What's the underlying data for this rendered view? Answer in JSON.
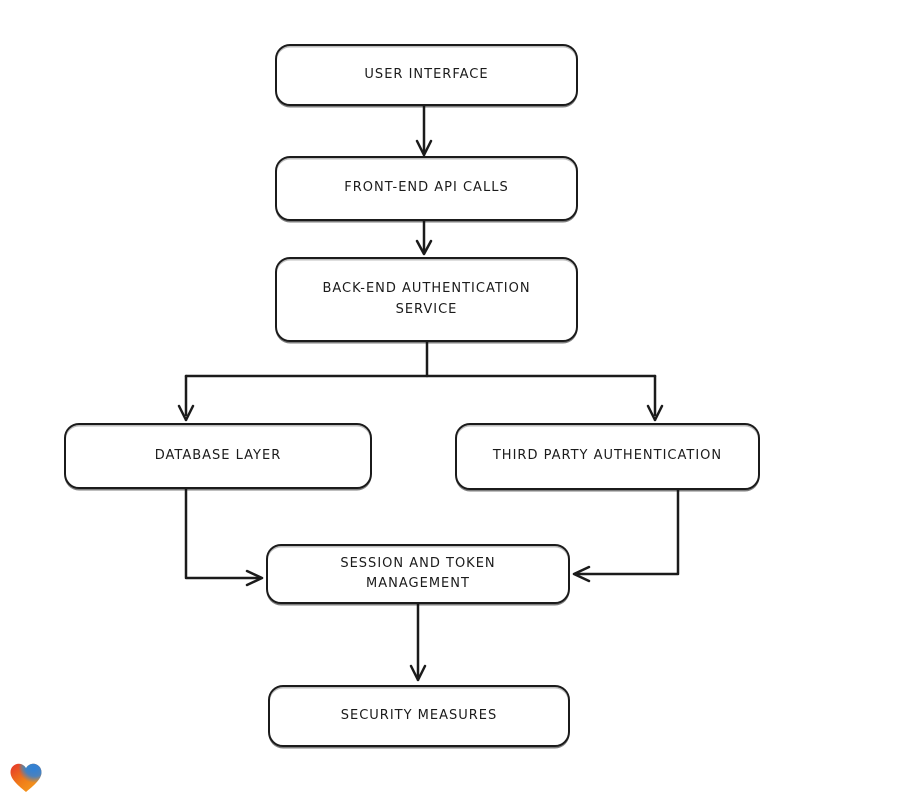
{
  "diagram": {
    "type": "flowchart",
    "style": "hand-drawn",
    "stroke_color": "#1b1b1b",
    "node_fill": "#ffffff",
    "background": "#ffffff",
    "nodes": [
      {
        "id": "user-interface",
        "label": "USER INTERFACE"
      },
      {
        "id": "front-end-api-calls",
        "label": "FRONT-END API CALLS"
      },
      {
        "id": "back-end-auth-service",
        "label": "BACK-END AUTHENTICATION SERVICE"
      },
      {
        "id": "database-layer",
        "label": "DATABASE LAYER"
      },
      {
        "id": "third-party-auth",
        "label": "THIRD PARTY AUTHENTICATION"
      },
      {
        "id": "session-token-mgmt",
        "label": "SESSION AND TOKEN MANAGEMENT"
      },
      {
        "id": "security-measures",
        "label": "SECURITY MEASURES"
      }
    ],
    "edges": [
      {
        "from": "user-interface",
        "to": "front-end-api-calls"
      },
      {
        "from": "front-end-api-calls",
        "to": "back-end-auth-service"
      },
      {
        "from": "back-end-auth-service",
        "to": "database-layer"
      },
      {
        "from": "back-end-auth-service",
        "to": "third-party-auth"
      },
      {
        "from": "database-layer",
        "to": "session-token-mgmt"
      },
      {
        "from": "third-party-auth",
        "to": "session-token-mgmt"
      },
      {
        "from": "session-token-mgmt",
        "to": "security-measures"
      }
    ]
  },
  "branding": {
    "logo_icon": "lovable-heart-icon",
    "heart_red": "#e5342c",
    "heart_orange": "#f59e1e",
    "heart_blue": "#2f81d8",
    "heart_teal": "#3fae8f"
  }
}
